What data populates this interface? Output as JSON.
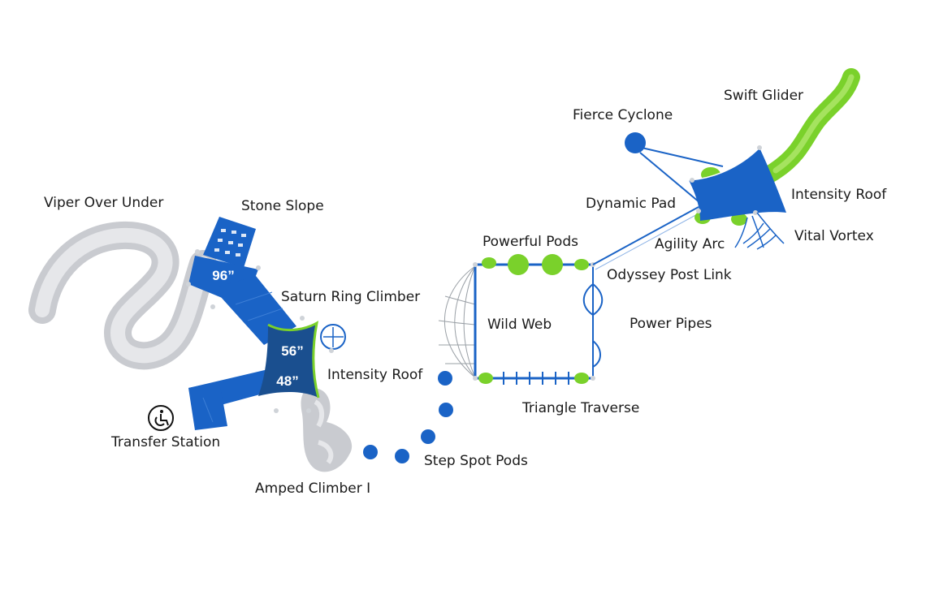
{
  "colors": {
    "blue": "#1a63c6",
    "dark_blue": "#1a4f8f",
    "green": "#7ad12b",
    "grey": "#c9cbd0",
    "post": "#cfd3d8"
  },
  "labels": {
    "viper_over_under": "Viper Over Under",
    "stone_slope": "Stone Slope",
    "saturn_ring_climber": "Saturn Ring Climber",
    "intensity_roof_left": "Intensity Roof",
    "transfer_station": "Transfer Station",
    "amped_climber": "Amped Climber I",
    "step_spot_pods": "Step Spot Pods",
    "triangle_traverse": "Triangle Traverse",
    "wild_web": "Wild Web",
    "powerful_pods": "Powerful Pods",
    "power_pipes": "Power Pipes",
    "odyssey_post_link": "Odyssey Post Link",
    "agility_arc": "Agility Arc",
    "dynamic_pad": "Dynamic Pad",
    "fierce_cyclone": "Fierce Cyclone",
    "swift_glider": "Swift Glider",
    "intensity_roof_right": "Intensity Roof",
    "vital_vortex": "Vital Vortex"
  },
  "deck_heights": {
    "upper": "96”",
    "middle": "56”",
    "lower": "48”"
  },
  "icons": {
    "accessibility": "wheelchair-icon"
  }
}
